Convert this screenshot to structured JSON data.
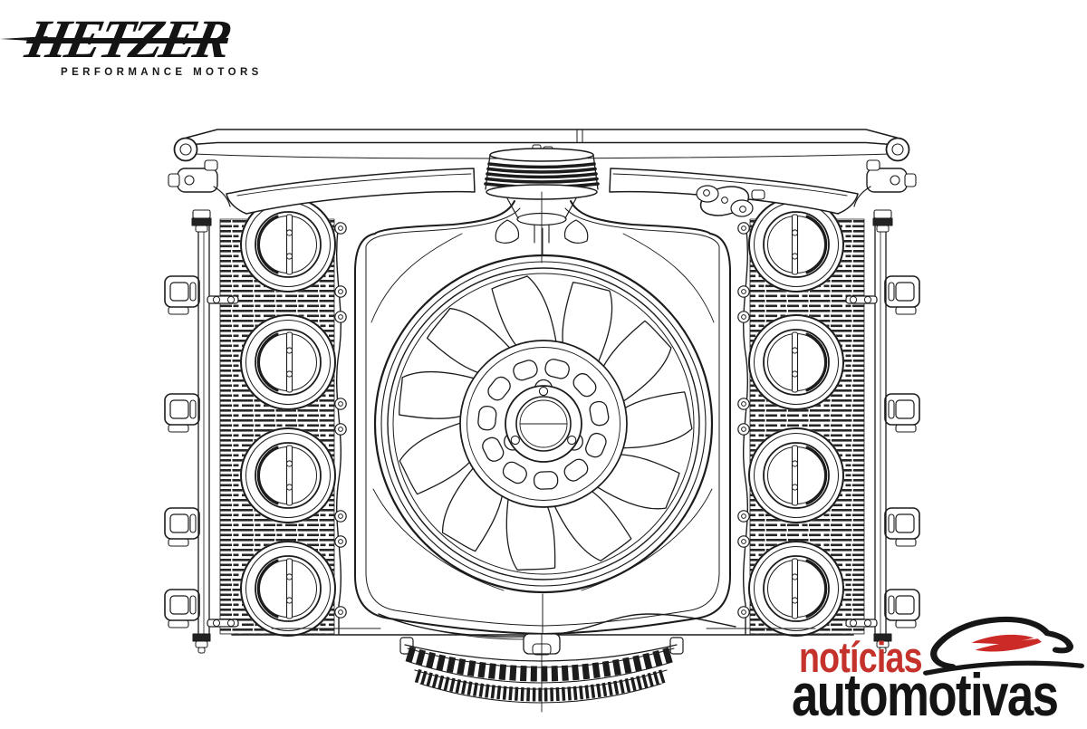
{
  "page": {
    "background_color": "#ffffff"
  },
  "header_logo": {
    "brand": "HETZER",
    "tagline": "PERFORMANCE MOTORS",
    "ink_color": "#141414"
  },
  "engine_drawing": {
    "subject": "boxer engine top view line drawing",
    "ink_color": "#1c1c1c",
    "paper_color": "#ffffff",
    "fan_blade_count": 11,
    "hub_hole_count": 11,
    "intake_trumpets_per_side": 4,
    "clamps_per_side": 4
  },
  "watermark": {
    "word_top": "notícias",
    "word_bottom": "automotivas",
    "top_color": "#c5322c",
    "bottom_color": "#141414",
    "car_outline_color": "#161616",
    "car_accent_color": "#cc2a26"
  }
}
